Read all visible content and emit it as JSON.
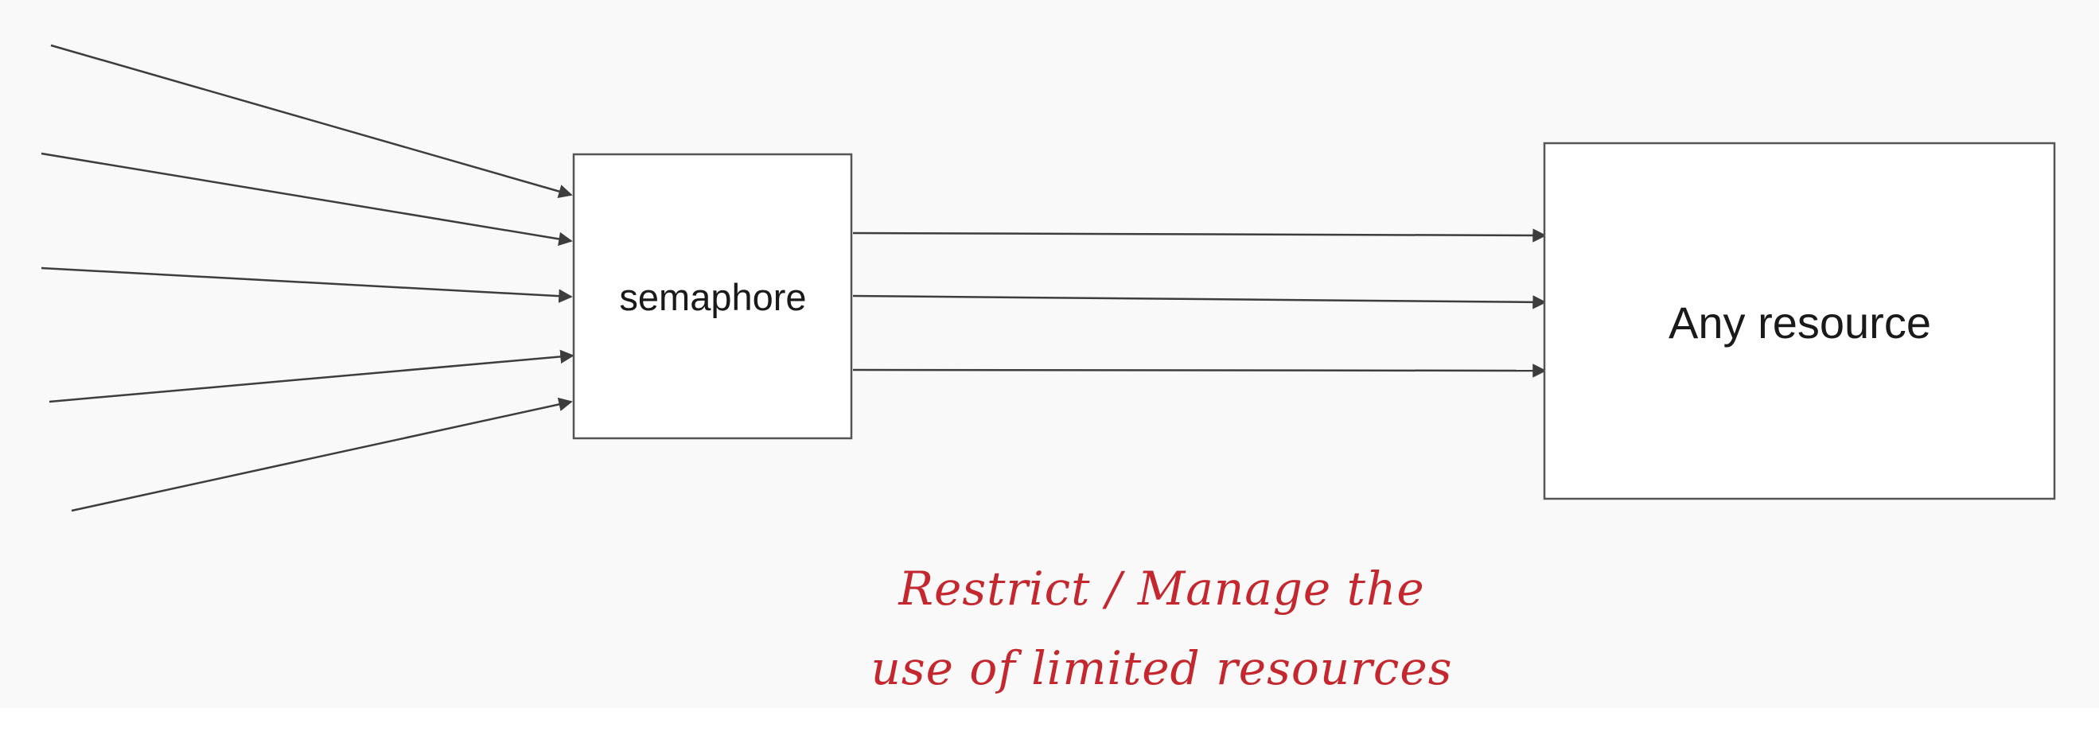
{
  "diagram": {
    "semaphore_label": "semaphore",
    "resource_label": "Any resource",
    "line_color": "#3d3d3d",
    "box_border_color": "#555555",
    "background_color": "#f9f9f9"
  },
  "caption": {
    "line1": "Restrict / Manage the",
    "line2": "use of limited resources",
    "color": "#c4282e"
  }
}
